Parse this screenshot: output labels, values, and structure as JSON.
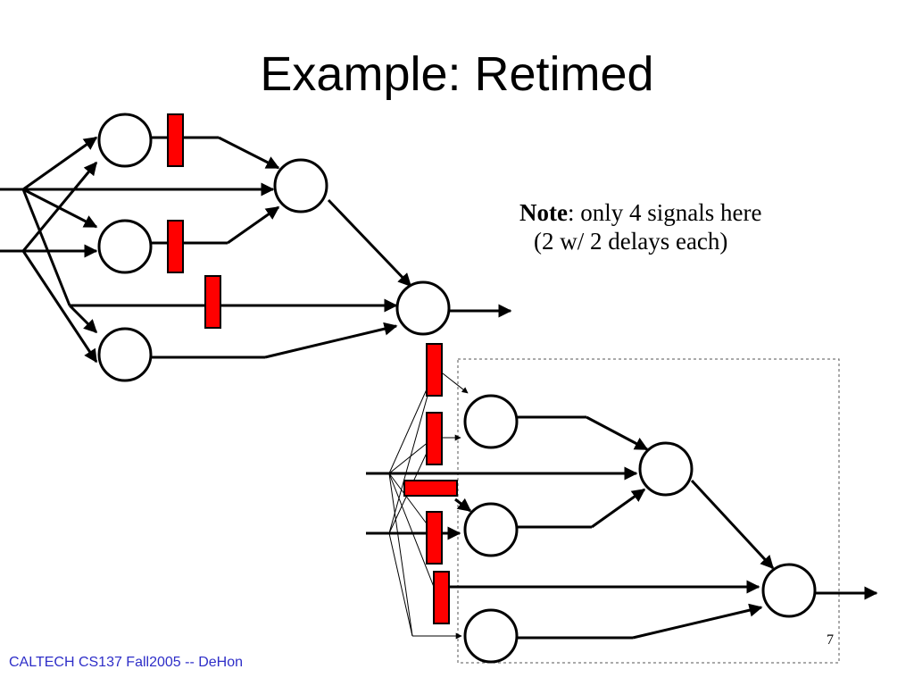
{
  "slide": {
    "title": "Example: Retimed",
    "note": {
      "label": "Note",
      "text": ": only 4 signals here",
      "line2": "(2 w/ 2 delays each)"
    },
    "footer": "CALTECH CS137 Fall2005 -- DeHon",
    "page_number": "7"
  },
  "colors": {
    "register": "#ff0000",
    "wire": "#000000",
    "footer": "#2e2ec8"
  }
}
